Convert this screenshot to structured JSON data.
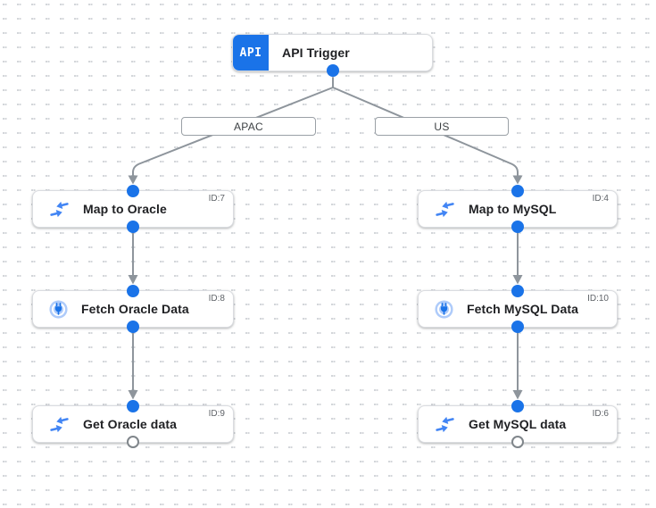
{
  "diagram": {
    "trigger": {
      "badge": "API",
      "title": "API Trigger"
    },
    "branch_labels": [
      {
        "text": "APAC"
      },
      {
        "text": "US"
      }
    ],
    "nodes": [
      {
        "id": "ID:7",
        "title": "Map to Oracle",
        "icon": "mapping-icon"
      },
      {
        "id": "ID:8",
        "title": "Fetch Oracle Data",
        "icon": "connector-icon"
      },
      {
        "id": "ID:9",
        "title": "Get Oracle data",
        "icon": "mapping-icon"
      },
      {
        "id": "ID:4",
        "title": "Map to MySQL",
        "icon": "mapping-icon"
      },
      {
        "id": "ID:10",
        "title": "Fetch MySQL Data",
        "icon": "connector-icon"
      },
      {
        "id": "ID:6",
        "title": "Get MySQL data",
        "icon": "mapping-icon"
      }
    ],
    "colors": {
      "accent_blue": "#1a73e8",
      "icon_blue": "#4285f4",
      "edge_gray": "#8e959c",
      "node_border": "#dadce0",
      "title_text": "#202124",
      "id_text": "#5f6368",
      "branch_label_text": "#3c4043",
      "connector_disc": "#aecbfa",
      "end_port_border": "#80868b"
    }
  }
}
